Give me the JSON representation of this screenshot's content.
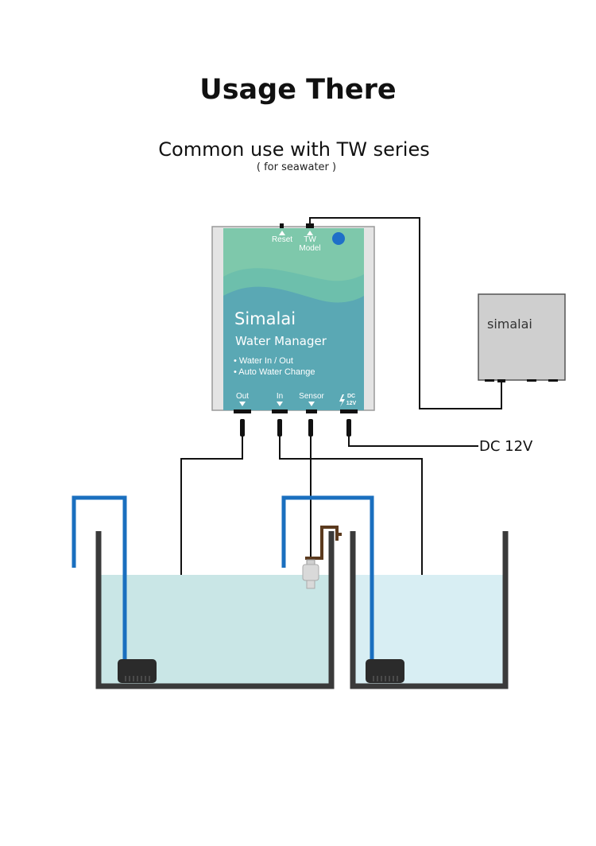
{
  "page": {
    "title": "Usage There",
    "subtitle": "Common use with TW series",
    "note": "( for seawater )"
  },
  "device": {
    "brand": "Simalai",
    "product": "Water Manager",
    "features": [
      "• Water In / Out",
      "• Auto Water Change"
    ],
    "top_ports": {
      "reset": "Reset",
      "tw_line1": "TW",
      "tw_line2": "Model"
    },
    "bottom_ports": {
      "out": "Out",
      "in": "In",
      "sensor": "Sensor",
      "dc_line1": "DC",
      "dc_line2": "12V"
    },
    "colors": {
      "top_green": "#7ec8ab",
      "mid_green": "#6dbfac",
      "body_teal": "#5aa8b4",
      "led_blue": "#1f6fc8"
    }
  },
  "controller": {
    "brand": "simalai",
    "color": "#cfcfcf"
  },
  "power": {
    "label": "DC 12V"
  },
  "tanks": {
    "left_water_color": "#c9e6e6",
    "right_water_color": "#d8eef3",
    "pipe_color": "#1a6fbf",
    "sensor_bracket_color": "#5b3a1e"
  }
}
